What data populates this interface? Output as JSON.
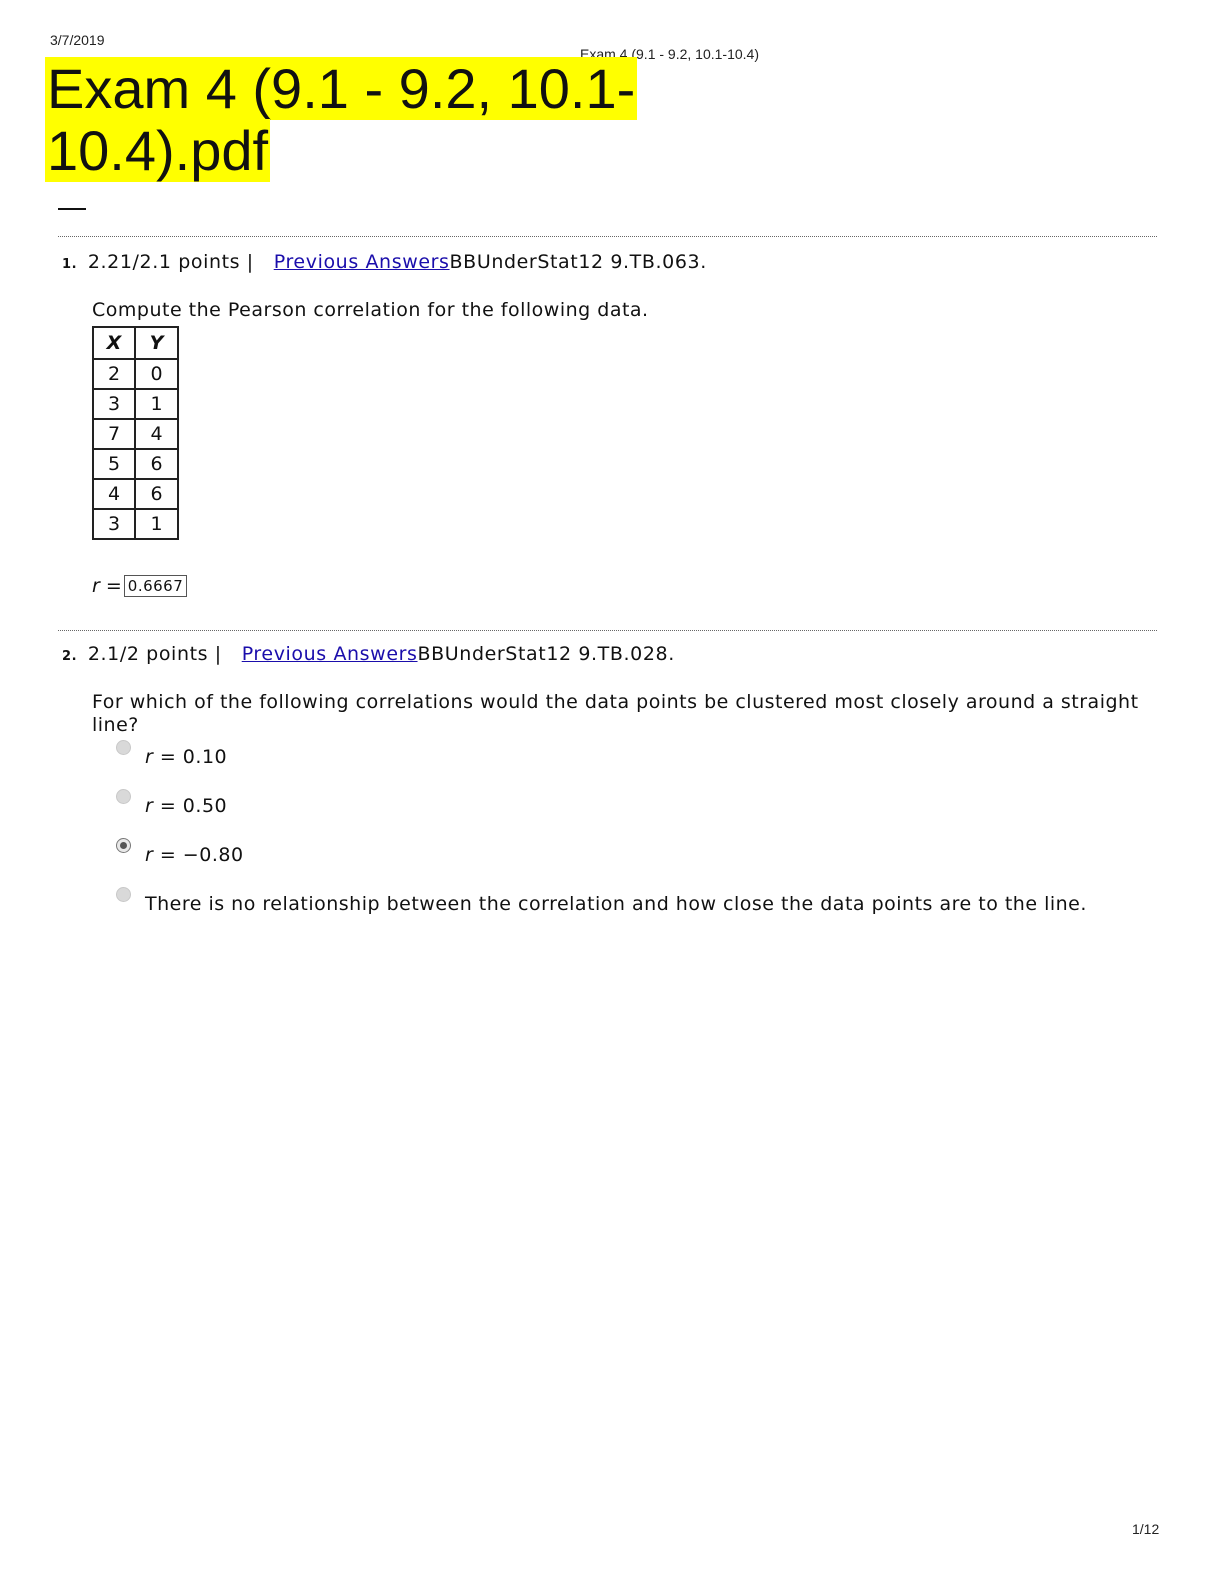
{
  "print_header": {
    "date": "3/7/2019",
    "title": "Exam 4 (9.1 - 9.2, 10.1-10.4)"
  },
  "doc_title": {
    "line1": "Exam 4 (9.1 - 9.2, 10.1-",
    "line2": "10.4).pdf"
  },
  "questions": [
    {
      "number": "1.",
      "points": "2.21/2.1 points |",
      "link": "Previous Answers",
      "source": "BBUnderStat12 9.TB.063.",
      "prompt": "Compute the Pearson correlation for the following data.",
      "table": {
        "headers": [
          "X",
          "Y"
        ],
        "rows": [
          [
            "2",
            "0"
          ],
          [
            "3",
            "1"
          ],
          [
            "7",
            "4"
          ],
          [
            "5",
            "6"
          ],
          [
            "4",
            "6"
          ],
          [
            "3",
            "1"
          ]
        ]
      },
      "answer_var": "r",
      "answer_eq": "=",
      "answer_value": "0.6667"
    },
    {
      "number": "2.",
      "points": "2.1/2 points |",
      "link": "Previous Answers",
      "source": "BBUnderStat12 9.TB.028.",
      "prompt": "For which of the following correlations would the data points be clustered most closely around a straight line?",
      "choices": [
        {
          "var": "r",
          "text": " = 0.10",
          "selected": false
        },
        {
          "var": "r",
          "text": " = 0.50",
          "selected": false
        },
        {
          "var": "r",
          "text": " = −0.80",
          "selected": true
        },
        {
          "var": "",
          "text": "There is no relationship between the correlation and how close the data points are to the line.",
          "selected": false
        }
      ]
    }
  ],
  "footer": {
    "page": "1/12"
  }
}
